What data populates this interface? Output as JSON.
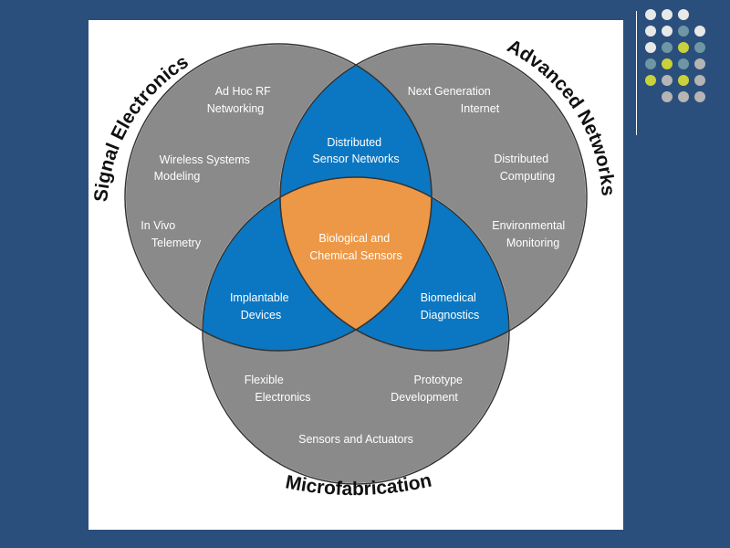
{
  "colors": {
    "background": "#2b4f7c",
    "circle_gray": "#8a8a8a",
    "pairwise_blue": "#0b77c2",
    "center_orange": "#ec9846",
    "dot_white": "#e8e8e8",
    "dot_teal": "#6f96a4",
    "dot_yellow": "#c9d23a",
    "dot_gray": "#b5b5b5"
  },
  "decoration": {
    "dot_grid": [
      [
        "white",
        "white",
        "white",
        "none"
      ],
      [
        "white",
        "white",
        "teal",
        "white"
      ],
      [
        "white",
        "teal",
        "yellow",
        "teal"
      ],
      [
        "teal",
        "yellow",
        "teal",
        "gray"
      ],
      [
        "yellow",
        "gray",
        "yellow",
        "gray"
      ],
      [
        "none",
        "gray",
        "gray",
        "gray"
      ]
    ]
  },
  "diagram": {
    "circles": [
      {
        "title": "Signal Electronics"
      },
      {
        "title": "Advanced Networks"
      },
      {
        "title": "Microfabrication"
      }
    ],
    "signal_only": {
      "items": [
        {
          "lines": [
            "Ad Hoc RF",
            "Networking"
          ]
        },
        {
          "lines": [
            "Wireless Systems",
            "Modeling"
          ]
        },
        {
          "lines": [
            "In Vivo",
            "Telemetry"
          ]
        }
      ]
    },
    "networks_only": {
      "items": [
        {
          "lines": [
            "Next Generation",
            "Internet"
          ]
        },
        {
          "lines": [
            "Distributed",
            "Computing"
          ]
        },
        {
          "lines": [
            "Environmental",
            "Monitoring"
          ]
        }
      ]
    },
    "micro_only": {
      "items": [
        {
          "lines": [
            "Flexible",
            "Electronics"
          ]
        },
        {
          "lines": [
            "Prototype",
            "Development"
          ]
        },
        {
          "lines": [
            "Sensors and Actuators"
          ]
        }
      ]
    },
    "signal_networks": {
      "lines": [
        "Distributed",
        "Sensor Networks"
      ]
    },
    "signal_micro": {
      "lines": [
        "Implantable",
        "Devices"
      ]
    },
    "networks_micro": {
      "lines": [
        "Biomedical",
        "Diagnostics"
      ]
    },
    "center": {
      "lines": [
        "Biological and",
        "Chemical Sensors"
      ]
    }
  }
}
